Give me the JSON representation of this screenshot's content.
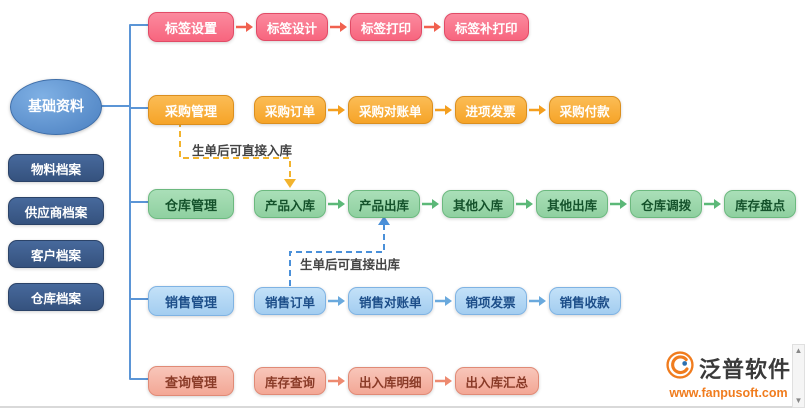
{
  "root": {
    "label": "基础资料"
  },
  "left_items": [
    {
      "label": "物料档案"
    },
    {
      "label": "供应商档案"
    },
    {
      "label": "客户档案"
    },
    {
      "label": "仓库档案"
    }
  ],
  "rows": [
    {
      "head": "标签设置",
      "items": [
        "标签设计",
        "标签打印",
        "标签补打印"
      ]
    },
    {
      "head": "采购管理",
      "items": [
        "采购订单",
        "采购对账单",
        "进项发票",
        "采购付款"
      ]
    },
    {
      "head": "仓库管理",
      "items": [
        "产品入库",
        "产品出库",
        "其他入库",
        "其他出库",
        "仓库调拨",
        "库存盘点"
      ]
    },
    {
      "head": "销售管理",
      "items": [
        "销售订单",
        "销售对账单",
        "销项发票",
        "销售收款"
      ]
    },
    {
      "head": "查询管理",
      "items": [
        "库存查询",
        "出入库明细",
        "出入库汇总"
      ]
    }
  ],
  "annotations": {
    "inbound": "生单后可直接入库",
    "outbound": "生单后可直接出库"
  },
  "branding": {
    "name": "泛普软件",
    "url": "www.fanpusoft.com"
  },
  "palette": {
    "label_row": "#f7657e",
    "purchase_row": "#f6a428",
    "warehouse_row": "#8fd0a0",
    "sales_row": "#a3cdf0",
    "query_row": "#f3a795",
    "base_node": "#35527e",
    "root_node": "#5b95d6",
    "inbound_line": "#f2b32e",
    "outbound_line": "#4a90d9",
    "brand_url_color": "#f07c1e"
  }
}
